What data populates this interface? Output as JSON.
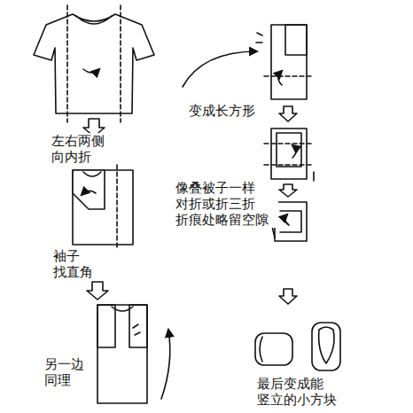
{
  "diagram": {
    "labels": [
      "左右两侧 向内折",
      "袖子 找直角",
      "另一边 同理",
      "变成长方形",
      "像叠被子一样 对折或折三折 折痕处略留空隙",
      "最后变成能 竖立的小方块"
    ]
  }
}
